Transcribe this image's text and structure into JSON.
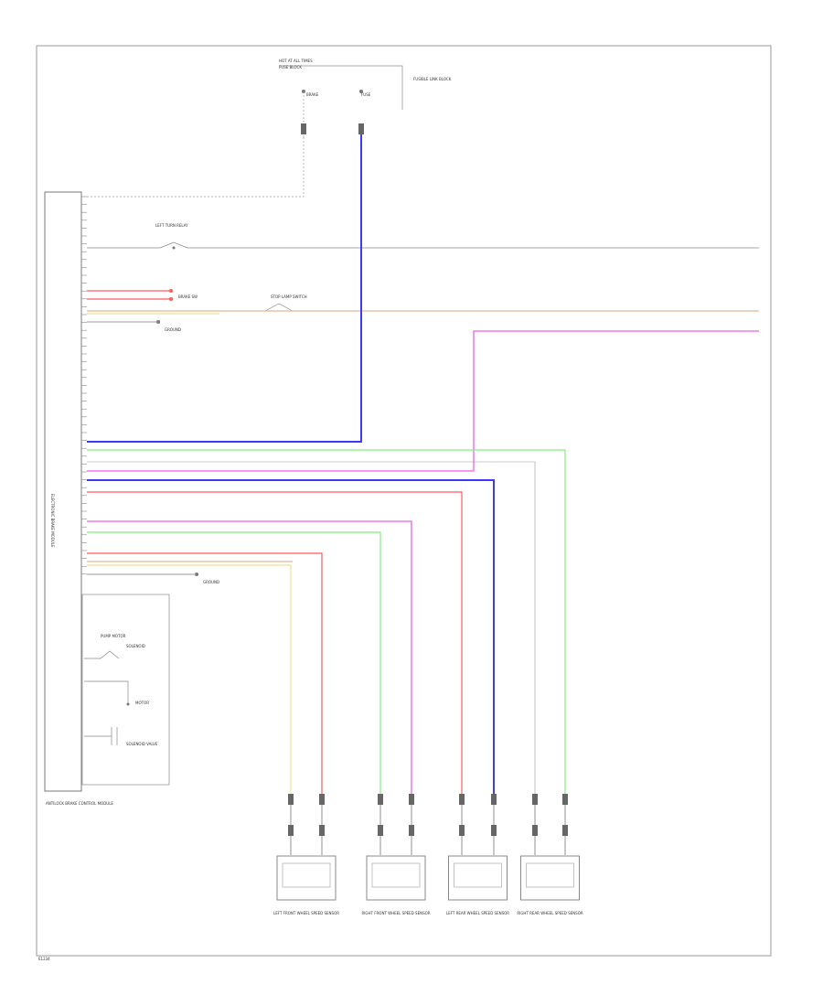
{
  "diagram": {
    "module_side_label": "ELECTRONIC BRAKE MODULE",
    "module_bottom_label": "ANTILOCK BRAKE CONTROL MODULE",
    "top_block_labels": [
      "HOT AT ALL TIMES",
      "FUSE BLOCK",
      "BRAKE",
      "FUSE"
    ],
    "top_right_note": "FUSIBLE LINK BLOCK",
    "relay_label": "LEFT TURN RELAY",
    "resistor_label": "BRAKE SW",
    "switch_label": "STOP LAMP SWITCH",
    "ground_labels": [
      "GROUND",
      "GROUND"
    ],
    "bottom_block_labels": [
      "PUMP MOTOR",
      "SOLENOID",
      "MOTOR",
      "SOLENOID VALVE"
    ],
    "footer_code": "E1234"
  },
  "colors": {
    "blue": "#3b3bff",
    "green": "#7ef07e",
    "magenta": "#f05cf0",
    "red": "#ff5a5a",
    "yellow": "#e8e29a",
    "orange": "#e9b88a",
    "gray": "#9a9a9a"
  },
  "sensors": [
    {
      "label": "LEFT FRONT WHEEL SPEED SENSOR"
    },
    {
      "label": "RIGHT FRONT WHEEL SPEED SENSOR"
    },
    {
      "label": "LEFT REAR WHEEL SPEED SENSOR"
    },
    {
      "label": "RIGHT REAR WHEEL SPEED SENSOR"
    }
  ]
}
